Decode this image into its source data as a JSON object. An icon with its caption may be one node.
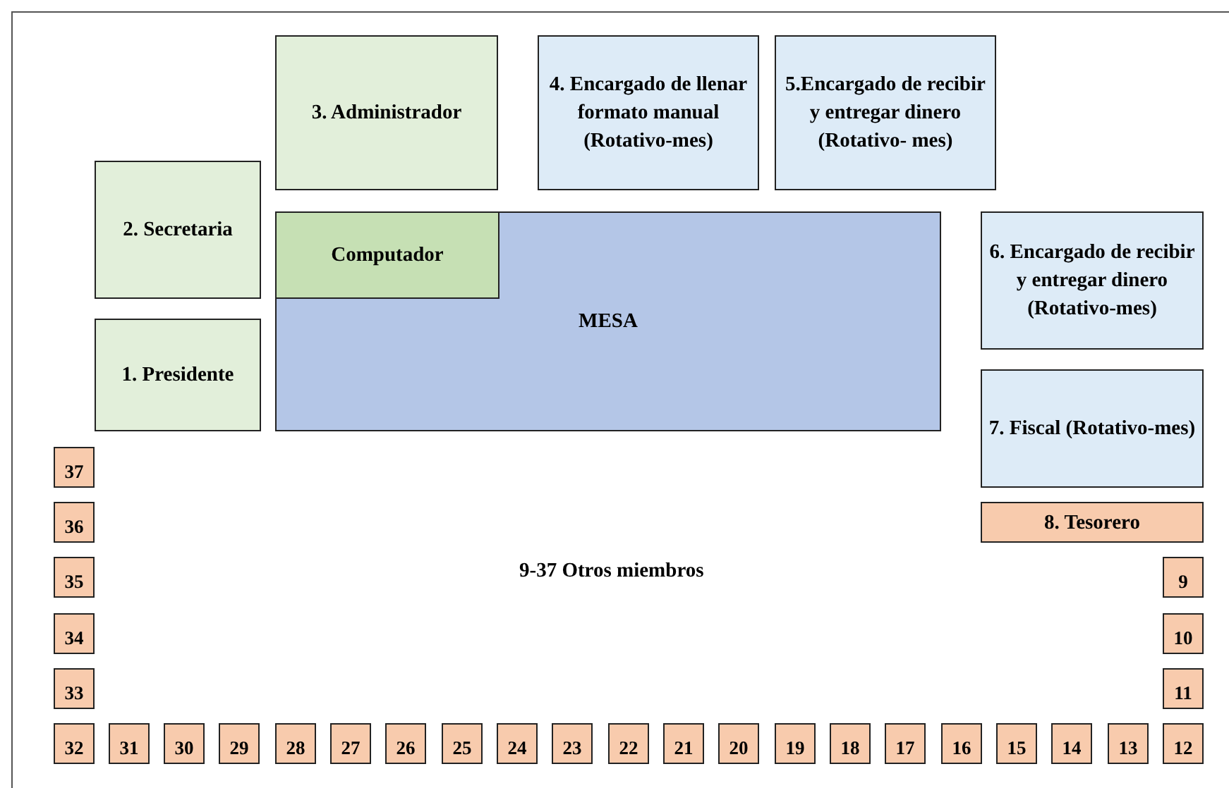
{
  "diagram": {
    "nodes": [
      {
        "text": [
          "3. Administrador"
        ]
      },
      {
        "text": [
          "4. Encargado de llenar formato manual (Rotativo-mes)"
        ]
      },
      {
        "text": [
          "5.Encargado de recibir y entregar dinero (Rotativo- mes)"
        ]
      },
      {
        "text": [
          "2. Secretaria"
        ]
      },
      {
        "text": [
          "MESA"
        ]
      },
      {
        "text": [
          "Computador"
        ],
        "in": 4
      },
      {
        "text": [
          "6. Encargado de recibir y entregar dinero (Rotativo-mes)"
        ]
      },
      {
        "text": [
          "1. Presidente"
        ]
      },
      {
        "text": [
          "7. Fiscal (Rotativo-mes)"
        ]
      },
      {
        "text": [
          "37"
        ]
      },
      {
        "text": [
          "8. Tesorero"
        ]
      },
      {
        "text": [
          "36"
        ]
      },
      {
        "text": [
          "35"
        ]
      },
      {
        "text": [
          "9"
        ]
      },
      {
        "text": [
          "34"
        ]
      },
      {
        "text": [
          "10"
        ]
      },
      {
        "text": [
          "33"
        ]
      },
      {
        "text": [
          "11"
        ]
      },
      {
        "text": [
          "32"
        ]
      },
      {
        "text": [
          "31"
        ]
      },
      {
        "text": [
          "30"
        ]
      },
      {
        "text": [
          "29"
        ]
      },
      {
        "text": [
          "28"
        ]
      },
      {
        "text": [
          "27"
        ]
      },
      {
        "text": [
          "26"
        ]
      },
      {
        "text": [
          "25"
        ]
      },
      {
        "text": [
          "24"
        ]
      },
      {
        "text": [
          "23"
        ]
      },
      {
        "text": [
          "22"
        ]
      },
      {
        "text": [
          "21"
        ]
      },
      {
        "text": [
          "20"
        ]
      },
      {
        "text": [
          "19"
        ]
      },
      {
        "text": [
          "18"
        ]
      },
      {
        "text": [
          "17"
        ]
      },
      {
        "text": [
          "16"
        ]
      },
      {
        "text": [
          "15"
        ]
      },
      {
        "text": [
          "14"
        ]
      },
      {
        "text": [
          "13"
        ]
      },
      {
        "text": [
          "12"
        ]
      }
    ],
    "labels": [
      "9-37 Otros miembros"
    ]
  }
}
